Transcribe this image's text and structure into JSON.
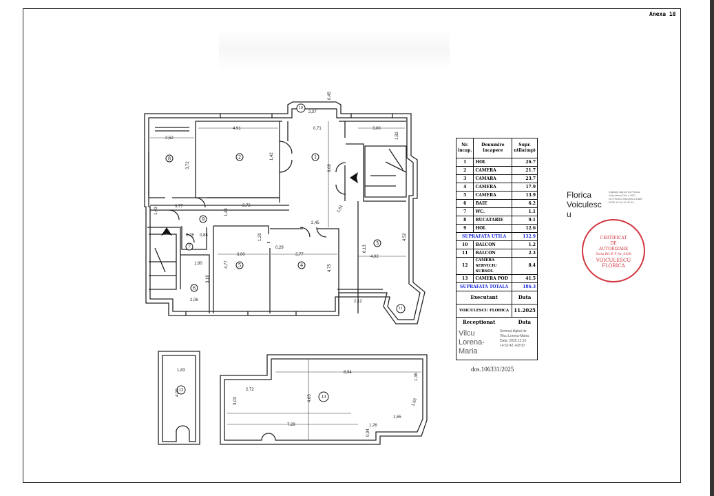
{
  "header": {
    "annex": "Anexa 18"
  },
  "plan": {
    "rooms": [
      "1",
      "2",
      "3",
      "4",
      "5",
      "6",
      "7",
      "8",
      "9",
      "10",
      "11",
      "12",
      "13"
    ],
    "dims": [
      "2,37",
      "0,45",
      "4,91",
      "0,71",
      "3,00",
      "1,82",
      "2,52",
      "3,72",
      "1,42",
      "6,08",
      "3,77",
      "3,72",
      "1,43",
      "1,43",
      "1,61",
      "2,45",
      "0,76",
      "0,88",
      "1,20",
      "0,29",
      "3,00",
      "3,77",
      "4,52",
      "4,02",
      "1,80",
      "3,16",
      "4,77",
      "4,75",
      "2,06",
      "2,12",
      "6,13",
      "1,83",
      "4,00",
      "8,94",
      "1,36",
      "2,72",
      "4,65",
      "3,03",
      "1,63",
      "1,55",
      "7,29",
      "1,26",
      "0,94"
    ]
  },
  "table": {
    "headers": {
      "nr": "Nr. incap.",
      "name": "Denumire incapere",
      "area": "Supr. utila(mp)"
    },
    "rows": [
      {
        "nr": "1",
        "name": "HOL",
        "area": "26.7"
      },
      {
        "nr": "2",
        "name": "CAMERA",
        "area": "21.7"
      },
      {
        "nr": "3",
        "name": "CAMARA",
        "area": "23.7"
      },
      {
        "nr": "4",
        "name": "CAMERA",
        "area": "17.9"
      },
      {
        "nr": "5",
        "name": "CAMERA",
        "area": "13.9"
      },
      {
        "nr": "6",
        "name": "BAIE",
        "area": "6.2"
      },
      {
        "nr": "7",
        "name": "WC.",
        "area": "1.1"
      },
      {
        "nr": "8",
        "name": "BUCATARIE",
        "area": "9.1"
      },
      {
        "nr": "9",
        "name": "HOL",
        "area": "12.6"
      }
    ],
    "useful": {
      "label": "SUPRAFATA UTILA",
      "value": "132.9"
    },
    "rows2": [
      {
        "nr": "10",
        "name": "BALCON",
        "area": "1.2"
      },
      {
        "nr": "11",
        "name": "BALCON",
        "area": "2.3"
      },
      {
        "nr": "12",
        "name": "CAMERA SERVICIU SUBSOL",
        "area": "8.4"
      },
      {
        "nr": "13",
        "name": "CAMERA POD",
        "area": "41.5"
      }
    ],
    "total": {
      "label": "SUPRAFATA TOTALA",
      "value": "186.3"
    },
    "executant": {
      "label": "Executant",
      "date_label": "Data",
      "name": "VOICULESCU FLORICA",
      "date": "11.2025"
    },
    "receptionat": {
      "label": "Receptionat",
      "date_label": "Data",
      "name": "Vilcu Lorena-Maria",
      "sig": [
        "Semnat digital de",
        "Vilcu Lorena-Maria",
        "Data: 2025.12.10",
        "14:52:42 +02'00'"
      ]
    }
  },
  "signature": {
    "name_lines": [
      "Florica",
      "Voiculesc",
      "u"
    ],
    "small": "Digitally signed by Florica Voiculescu DN: c=RO cn=Florica Voiculescu Date: 2025.12.04 12:47:40",
    "stamp": [
      "CERTIFICAT",
      "DE",
      "AUTORIZARE",
      "Seria RO-B-F Nr. 0438",
      "VOICULESCU",
      "FLORICA"
    ]
  },
  "footer": {
    "dos": "dos.106331/2025"
  }
}
